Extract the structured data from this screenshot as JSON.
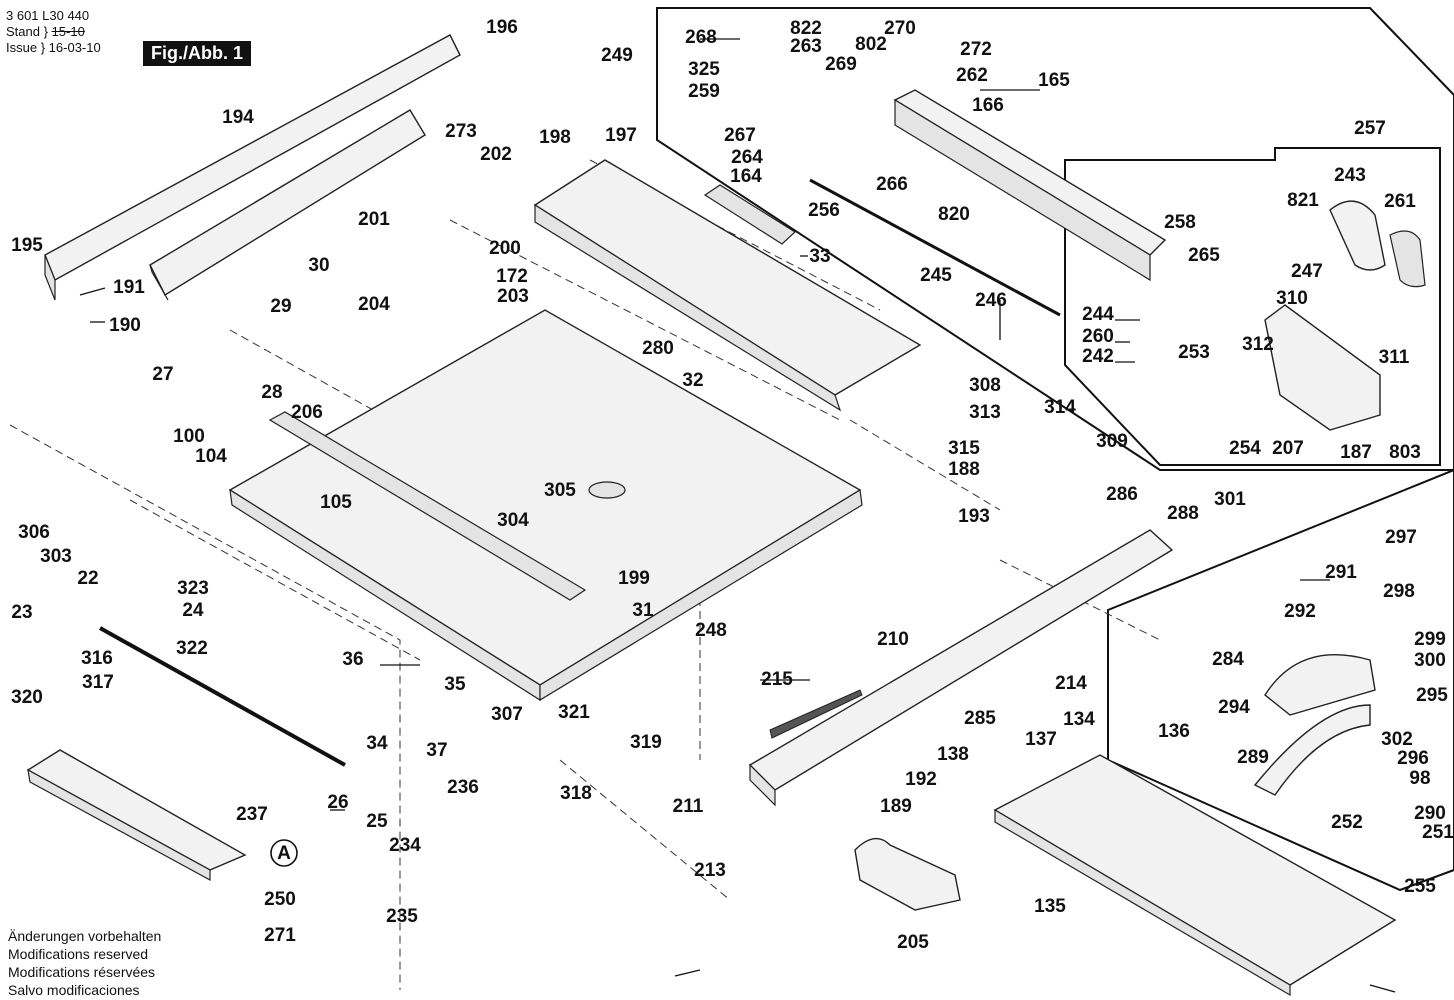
{
  "header": {
    "doc_number": "3 601 L30 440",
    "stand_label": "Stand",
    "stand_value": "15-10",
    "issue_label": "Issue",
    "issue_value": "16-03-10",
    "figure_label": "Fig./Abb. 1"
  },
  "notes": [
    "Änderungen vorbehalten",
    "Modifications reserved",
    "Modifications réservées",
    "Salvo modificaciones"
  ],
  "callouts": [
    "196",
    "194",
    "273",
    "195",
    "191",
    "190",
    "30",
    "201",
    "202",
    "198",
    "197",
    "200",
    "203",
    "172",
    "204",
    "29",
    "27",
    "28",
    "206",
    "100",
    "104",
    "105",
    "304",
    "305",
    "280",
    "32",
    "33",
    "199",
    "31",
    "307",
    "306",
    "303",
    "22",
    "23",
    "323",
    "24",
    "316",
    "317",
    "320",
    "322",
    "36",
    "35",
    "37",
    "34",
    "321",
    "319",
    "318",
    "26",
    "25",
    "236",
    "234",
    "235",
    "237",
    "A",
    "250",
    "271",
    "248",
    "268",
    "822",
    "263",
    "802",
    "270",
    "272",
    "249",
    "325",
    "259",
    "269",
    "267",
    "264",
    "164",
    "262",
    "165",
    "166",
    "266",
    "820",
    "256",
    "257",
    "243",
    "261",
    "258",
    "265",
    "821",
    "247",
    "245",
    "246",
    "244",
    "260",
    "242",
    "253",
    "312",
    "310",
    "311",
    "308",
    "313",
    "314",
    "315",
    "309",
    "188",
    "193",
    "286",
    "288",
    "301",
    "297",
    "298",
    "291",
    "292",
    "284",
    "299",
    "300",
    "294",
    "295",
    "302",
    "296",
    "289",
    "98",
    "290",
    "252",
    "251",
    "255",
    "254",
    "207",
    "187",
    "803",
    "210",
    "285",
    "214",
    "134",
    "136",
    "137",
    "138",
    "192",
    "189",
    "205",
    "211",
    "213",
    "215",
    "135"
  ]
}
